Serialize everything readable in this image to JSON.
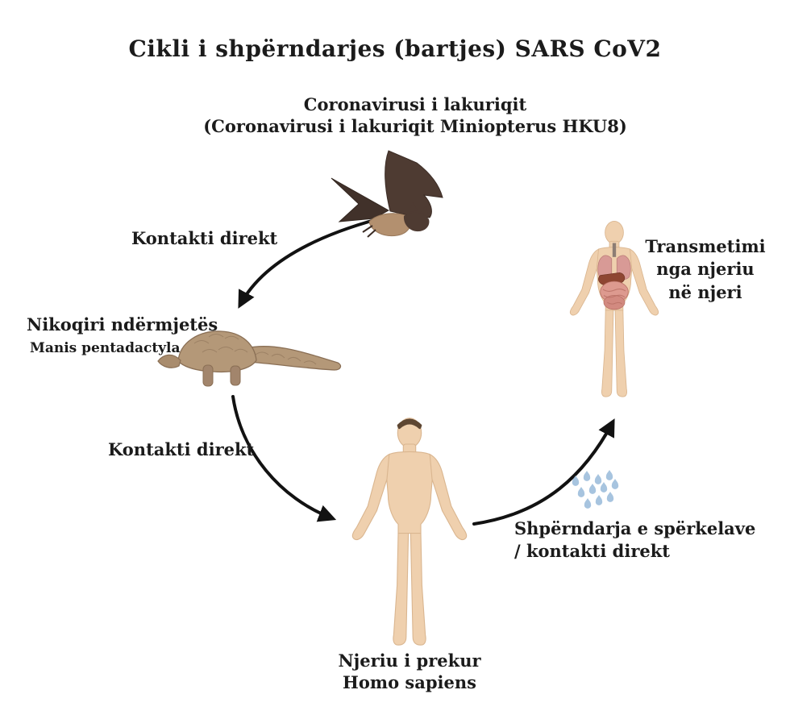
{
  "title": "Cikli i shpërndarjes (bartjes) SARS CoV2",
  "nodes": {
    "bat": {
      "label_line1": "Coronavirusi i lakuriqit",
      "label_line2": "(Coronavirusi i lakuriqit Miniopterus HKU8)"
    },
    "pangolin": {
      "label_line1": "Nikoqiri ndërmjetës",
      "label_line2": "Manis pentadactyla"
    },
    "infected_human": {
      "label_line1": "Njeriu i prekur",
      "label_line2": "Homo sapiens"
    },
    "second_human": {
      "label_line1": "Transmetimi",
      "label_line2": "nga njeriu",
      "label_line3": "në njeri"
    }
  },
  "edges": {
    "bat_to_pangolin_label": "Kontakti direkt",
    "pangolin_to_human_label": "Kontakti direkt",
    "human_to_human_label_line1": "Shpërndarja e spërkelave",
    "human_to_human_label_line2": "/ kontakti direkt"
  },
  "icons": {
    "bat": "bat-illustration",
    "pangolin": "pangolin-illustration",
    "human": "human-figure-illustration",
    "human_with_organs": "human-organs-illustration",
    "droplets": "droplets-icon",
    "arrows": "curved-arrow"
  },
  "colors": {
    "background": "#ffffff",
    "text": "#1b1b1b",
    "arrow": "#121212",
    "bat_wing": "#4e3b32",
    "bat_body": "#b3906f",
    "pangolin_body": "#b49878",
    "pangolin_outline": "#8a6f55",
    "skin": "#efd0ae",
    "skin_shadow": "#dcb астро890",
    "hair": "#5d4632",
    "lungs": "#d89a96",
    "liver": "#8e4632",
    "intestines": "#dd9a8f",
    "droplet_blue": "#a7c4df"
  }
}
